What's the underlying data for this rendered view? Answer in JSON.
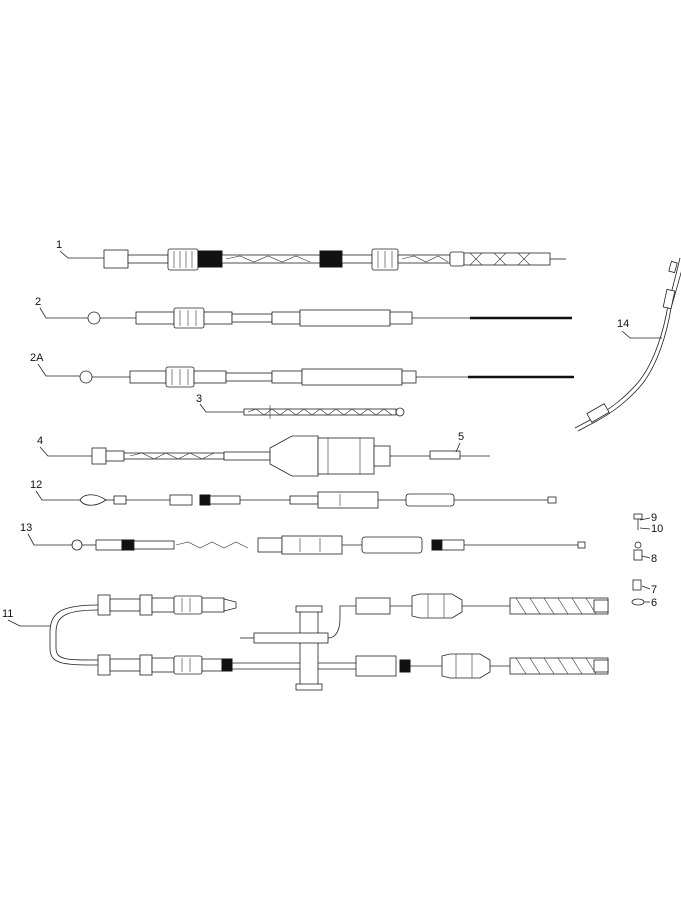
{
  "callouts": {
    "c1": "1",
    "c2": "2",
    "c2a": "2A",
    "c3": "3",
    "c4": "4",
    "c5": "5",
    "c6": "6",
    "c7": "7",
    "c8": "8",
    "c9": "9",
    "c10": "10",
    "c11": "11",
    "c12": "12",
    "c13": "13",
    "c14": "14"
  }
}
